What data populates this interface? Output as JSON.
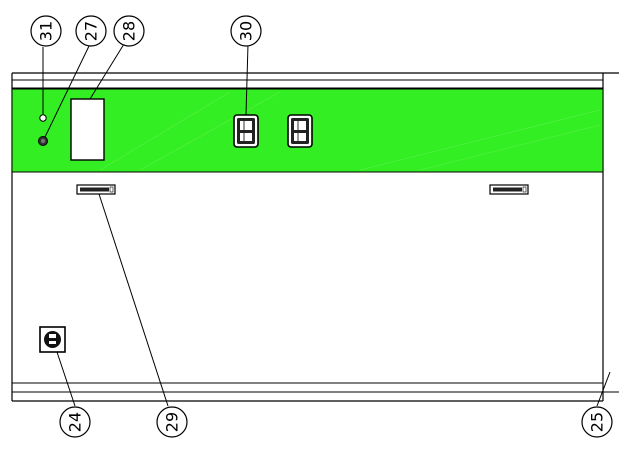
{
  "colors": {
    "panel_green": "#33ee22",
    "line": "#000000",
    "background": "#ffffff"
  },
  "callouts": {
    "c31": "31",
    "c27": "27",
    "c28": "28",
    "c30": "30",
    "c24": "24",
    "c29": "29",
    "c25": "25"
  }
}
